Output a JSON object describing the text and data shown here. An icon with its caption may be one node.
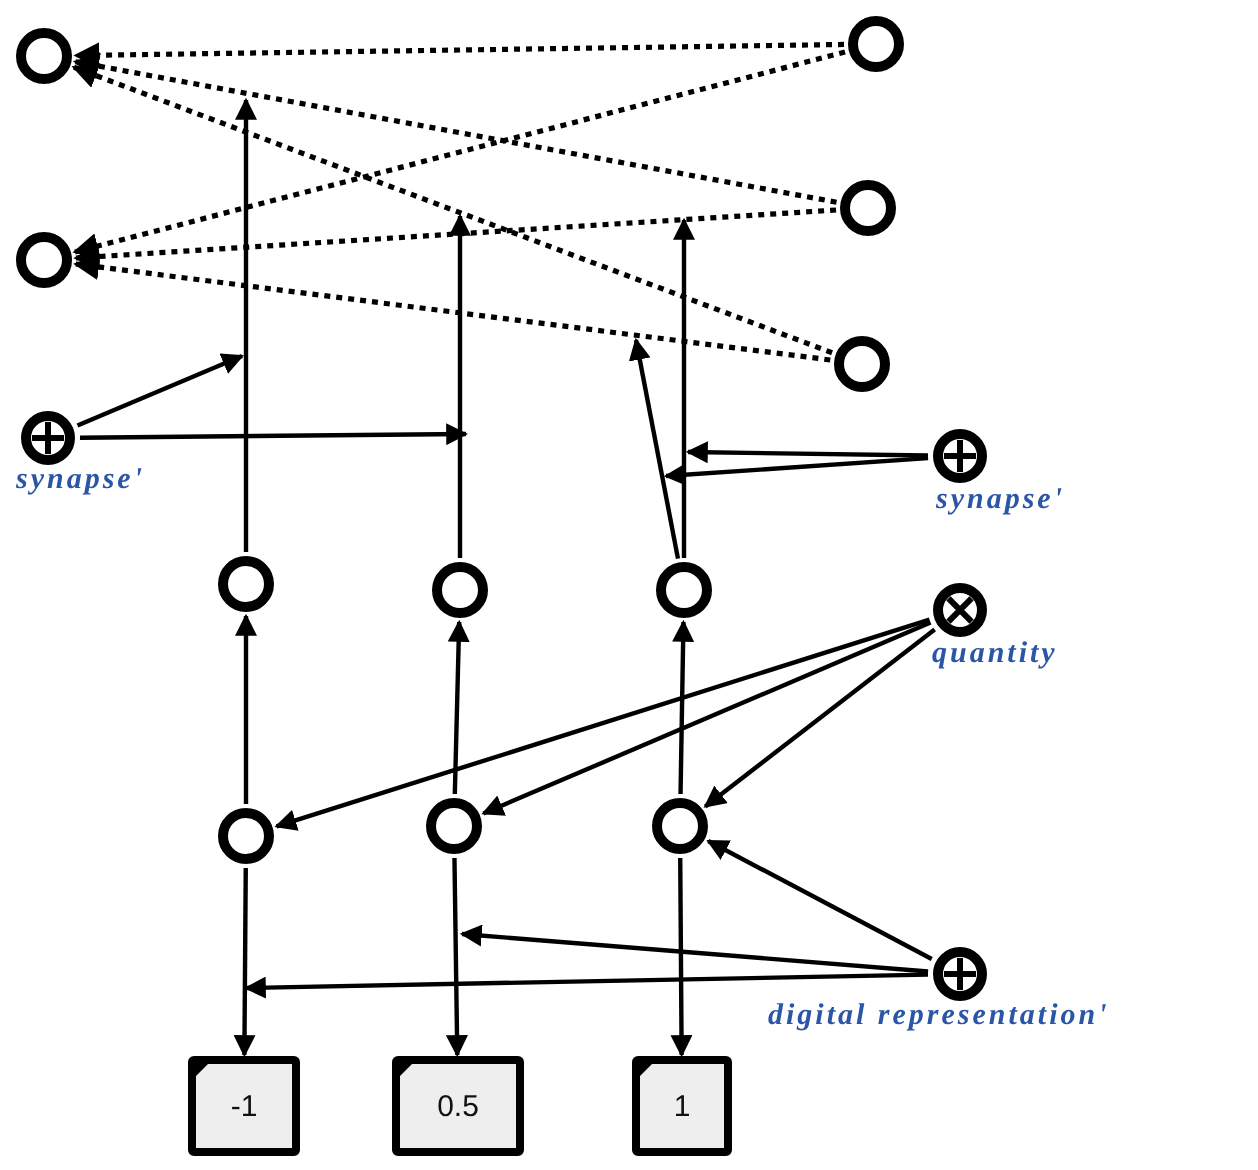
{
  "diagram": {
    "nodes": [
      {
        "text": [],
        "shape": "circle"
      },
      {
        "text": [],
        "shape": "circle"
      },
      {
        "text": [],
        "shape": "circle"
      },
      {
        "text": [],
        "shape": "circle"
      },
      {
        "text": [],
        "shape": "circle"
      },
      {
        "text": [],
        "shape": "circle",
        "beside": [
          "synapse'"
        ]
      },
      {
        "text": [],
        "shape": "circle",
        "beside": [
          "synapse'"
        ]
      },
      {
        "text": [],
        "shape": "circle"
      },
      {
        "text": [],
        "shape": "circle"
      },
      {
        "text": [],
        "shape": "circle"
      },
      {
        "text": [],
        "shape": "circle",
        "beside": [
          "quantity"
        ]
      },
      {
        "text": [],
        "shape": "circle"
      },
      {
        "text": [],
        "shape": "circle"
      },
      {
        "text": [],
        "shape": "circle"
      },
      {
        "text": [],
        "shape": "circle",
        "beside": [
          "digital representation'"
        ]
      },
      {
        "text": [
          "-1"
        ]
      },
      {
        "text": [
          "0.5"
        ]
      },
      {
        "text": [
          "1"
        ]
      }
    ],
    "edges": [
      {
        "from": 2,
        "to": 0,
        "arrow": "to",
        "style": "dashed"
      },
      {
        "from": 2,
        "to": 1,
        "arrow": "to",
        "style": "dashed"
      },
      {
        "from": 3,
        "to": 0,
        "arrow": "to",
        "style": "dashed"
      },
      {
        "from": 3,
        "to": 1,
        "arrow": "to",
        "style": "dashed"
      },
      {
        "from": 4,
        "to": 0,
        "arrow": "to",
        "style": "dashed"
      },
      {
        "from": 4,
        "to": 1,
        "arrow": "to",
        "style": "dashed"
      },
      {
        "from": 7,
        "to": null,
        "arrow": "to"
      },
      {
        "from": 8,
        "to": null,
        "arrow": "to"
      },
      {
        "from": 9,
        "to": null,
        "arrow": "to"
      },
      {
        "from": 9,
        "to": null,
        "arrow": "to"
      },
      {
        "from": 5,
        "to": null,
        "arrow": "to"
      },
      {
        "from": 5,
        "to": null,
        "arrow": "to"
      },
      {
        "from": 6,
        "to": null,
        "arrow": "to"
      },
      {
        "from": 6,
        "to": null,
        "arrow": "to"
      },
      {
        "from": 11,
        "to": 7,
        "arrow": "to"
      },
      {
        "from": 12,
        "to": 8,
        "arrow": "to"
      },
      {
        "from": 13,
        "to": 9,
        "arrow": "to"
      },
      {
        "from": 10,
        "to": 11,
        "arrow": "to"
      },
      {
        "from": 10,
        "to": 12,
        "arrow": "to"
      },
      {
        "from": 10,
        "to": 13,
        "arrow": "to"
      },
      {
        "from": 11,
        "to": 15,
        "arrow": "to"
      },
      {
        "from": 12,
        "to": 16,
        "arrow": "to"
      },
      {
        "from": 13,
        "to": 17,
        "arrow": "to"
      },
      {
        "from": 14,
        "to": 13,
        "arrow": "to"
      },
      {
        "from": 14,
        "to": null,
        "arrow": "to"
      },
      {
        "from": 14,
        "to": null,
        "arrow": "to"
      }
    ]
  }
}
